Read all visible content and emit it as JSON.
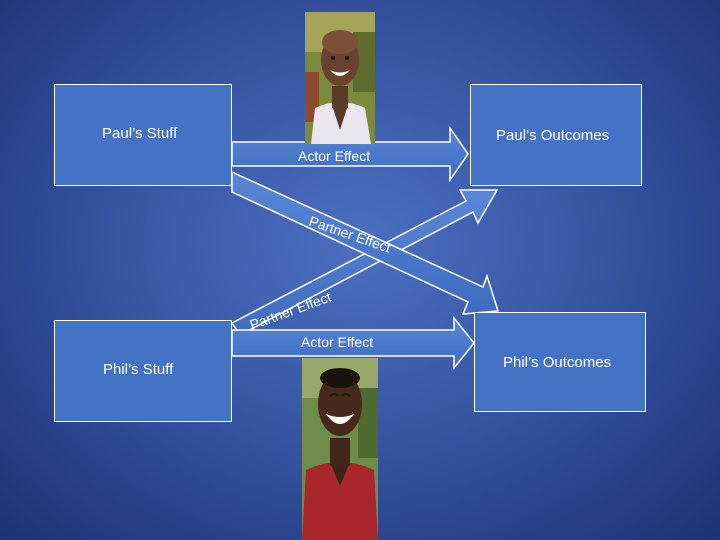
{
  "boxes": {
    "paul_stuff": "Paul’s Stuff",
    "paul_outcomes": "Paul’s Outcomes",
    "phil_stuff": "Phil’s Stuff",
    "phil_outcomes": "Phil’s Outcomes"
  },
  "arrows": {
    "actor_top": "Actor Effect",
    "actor_bottom": "Actor Effect",
    "partner_down": "Partner Effect",
    "partner_up": "Partner Effect"
  },
  "photos": {
    "paul": "smiling-man-photo",
    "phil": "laughing-man-photo"
  },
  "colors": {
    "box_fill": "#4472c4",
    "box_border": "#ffffff",
    "background": "#3a59a8",
    "text": "#ffffff"
  }
}
